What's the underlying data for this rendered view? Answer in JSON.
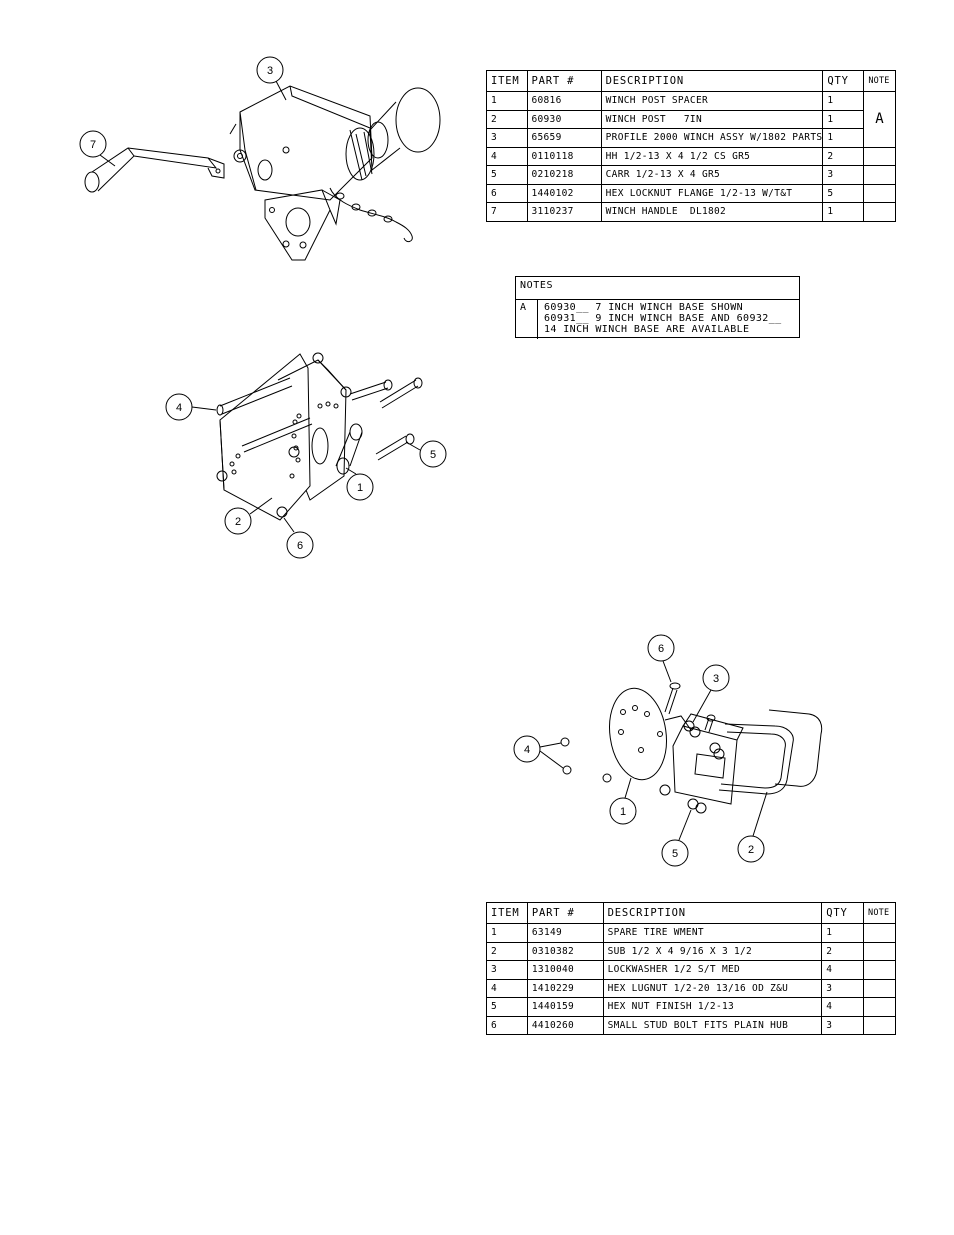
{
  "winch_table": {
    "headers": [
      "ITEM",
      "PART #",
      "DESCRIPTION",
      "QTY",
      "NOTE"
    ],
    "rows": [
      {
        "item": "1",
        "part": "60816",
        "desc": "WINCH POST SPACER",
        "qty": "1",
        "note": ""
      },
      {
        "item": "2",
        "part": "60930",
        "desc": "WINCH POST   7IN",
        "qty": "1",
        "note": "A"
      },
      {
        "item": "3",
        "part": "65659",
        "desc": "PROFILE 2000 WINCH ASSY W/1802 PARTS",
        "qty": "1",
        "note": ""
      },
      {
        "item": "4",
        "part": "0110118",
        "desc": "HH 1/2-13 X 4 1/2 CS GR5",
        "qty": "2",
        "note": ""
      },
      {
        "item": "5",
        "part": "0210218",
        "desc": "CARR 1/2-13 X 4 GR5",
        "qty": "3",
        "note": ""
      },
      {
        "item": "6",
        "part": "1440102",
        "desc": "HEX LOCKNUT FLANGE 1/2-13 W/T&T",
        "qty": "5",
        "note": ""
      },
      {
        "item": "7",
        "part": "3110237",
        "desc": "WINCH HANDLE  DL1802",
        "qty": "1",
        "note": ""
      }
    ]
  },
  "notes": {
    "title": "NOTES",
    "letter": "A",
    "lines": [
      "60930__ 7 INCH WINCH BASE SHOWN",
      "60931__ 9 INCH WINCH  BASE AND 60932__",
      "14 INCH WINCH BASE ARE AVAILABLE"
    ]
  },
  "spare_table": {
    "headers": [
      "ITEM",
      "PART #",
      "DESCRIPTION",
      "QTY",
      "NOTE"
    ],
    "rows": [
      {
        "item": "1",
        "part": "63149",
        "desc": "SPARE TIRE WMENT",
        "qty": "1",
        "note": ""
      },
      {
        "item": "2",
        "part": "0310382",
        "desc": "SUB 1/2 X 4 9/16 X 3 1/2",
        "qty": "2",
        "note": ""
      },
      {
        "item": "3",
        "part": "1310040",
        "desc": "LOCKWASHER 1/2 S/T MED",
        "qty": "4",
        "note": ""
      },
      {
        "item": "4",
        "part": "1410229",
        "desc": "HEX LUGNUT 1/2-20 13/16 OD Z&U",
        "qty": "3",
        "note": ""
      },
      {
        "item": "5",
        "part": "1440159",
        "desc": "HEX NUT FINISH 1/2-13",
        "qty": "4",
        "note": ""
      },
      {
        "item": "6",
        "part": "4410260",
        "desc": "SMALL STUD BOLT FITS PLAIN HUB",
        "qty": "3",
        "note": ""
      }
    ]
  },
  "drawing_winch": {
    "balloons": [
      "3",
      "7"
    ]
  },
  "drawing_post": {
    "balloons": [
      "4",
      "5",
      "1",
      "2",
      "6"
    ]
  },
  "drawing_spare": {
    "balloons": [
      "6",
      "3",
      "4",
      "1",
      "5",
      "2"
    ]
  }
}
